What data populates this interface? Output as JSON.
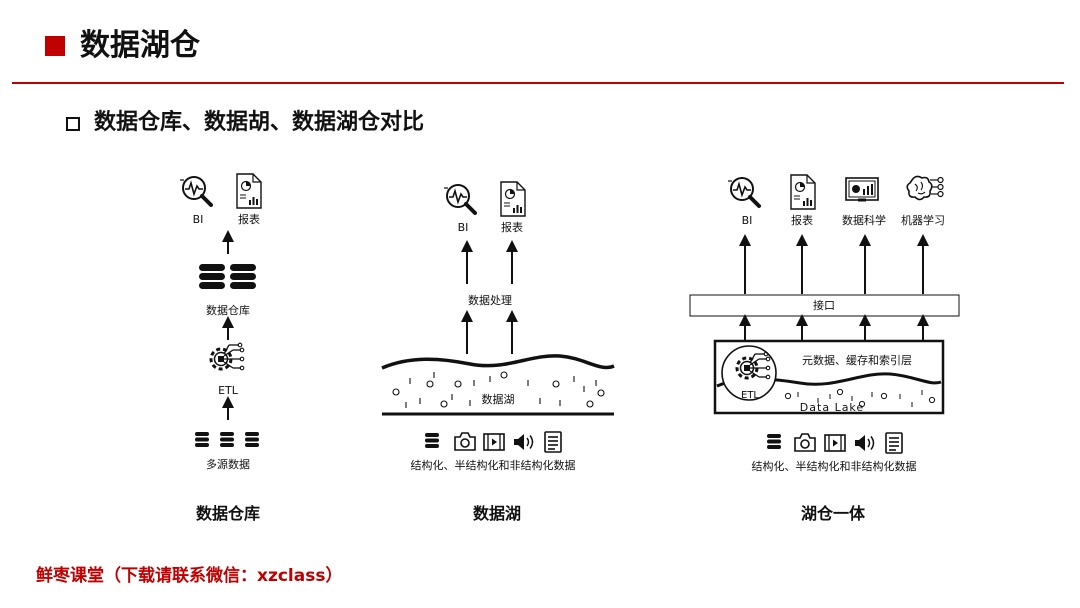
{
  "header": {
    "title": "数据湖仓"
  },
  "subtitle": "数据仓库、数据胡、数据湖仓对比",
  "warehouse": {
    "bi": "BI",
    "report": "报表",
    "warehouse_label": "数据仓库",
    "etl": "ETL",
    "sources": "多源数据",
    "caption": "数据仓库"
  },
  "lake": {
    "bi": "BI",
    "report": "报表",
    "processing": "数据处理",
    "lake_label": "数据湖",
    "data_types": "结构化、半结构化和非结构化数据",
    "caption": "数据湖"
  },
  "lakehouse": {
    "bi": "BI",
    "report": "报表",
    "data_science": "数据科学",
    "ml": "机器学习",
    "interface": "接口",
    "metadata": "元数据、缓存和索引层",
    "etl": "ETL",
    "data_lake": "Data Lake",
    "data_types": "结构化、半结构化和非结构化数据",
    "caption": "湖仓一体"
  },
  "footer": "鲜枣课堂（下载请联系微信：xzclass）",
  "colors": {
    "accent": "#c00000",
    "ink": "#111111"
  },
  "icons": [
    "analytics-magnifier-icon",
    "report-document-icon",
    "database-icon",
    "etl-gear-icon",
    "camera-icon",
    "video-icon",
    "audio-icon",
    "text-file-icon",
    "dashboard-monitor-icon",
    "brain-network-icon"
  ]
}
